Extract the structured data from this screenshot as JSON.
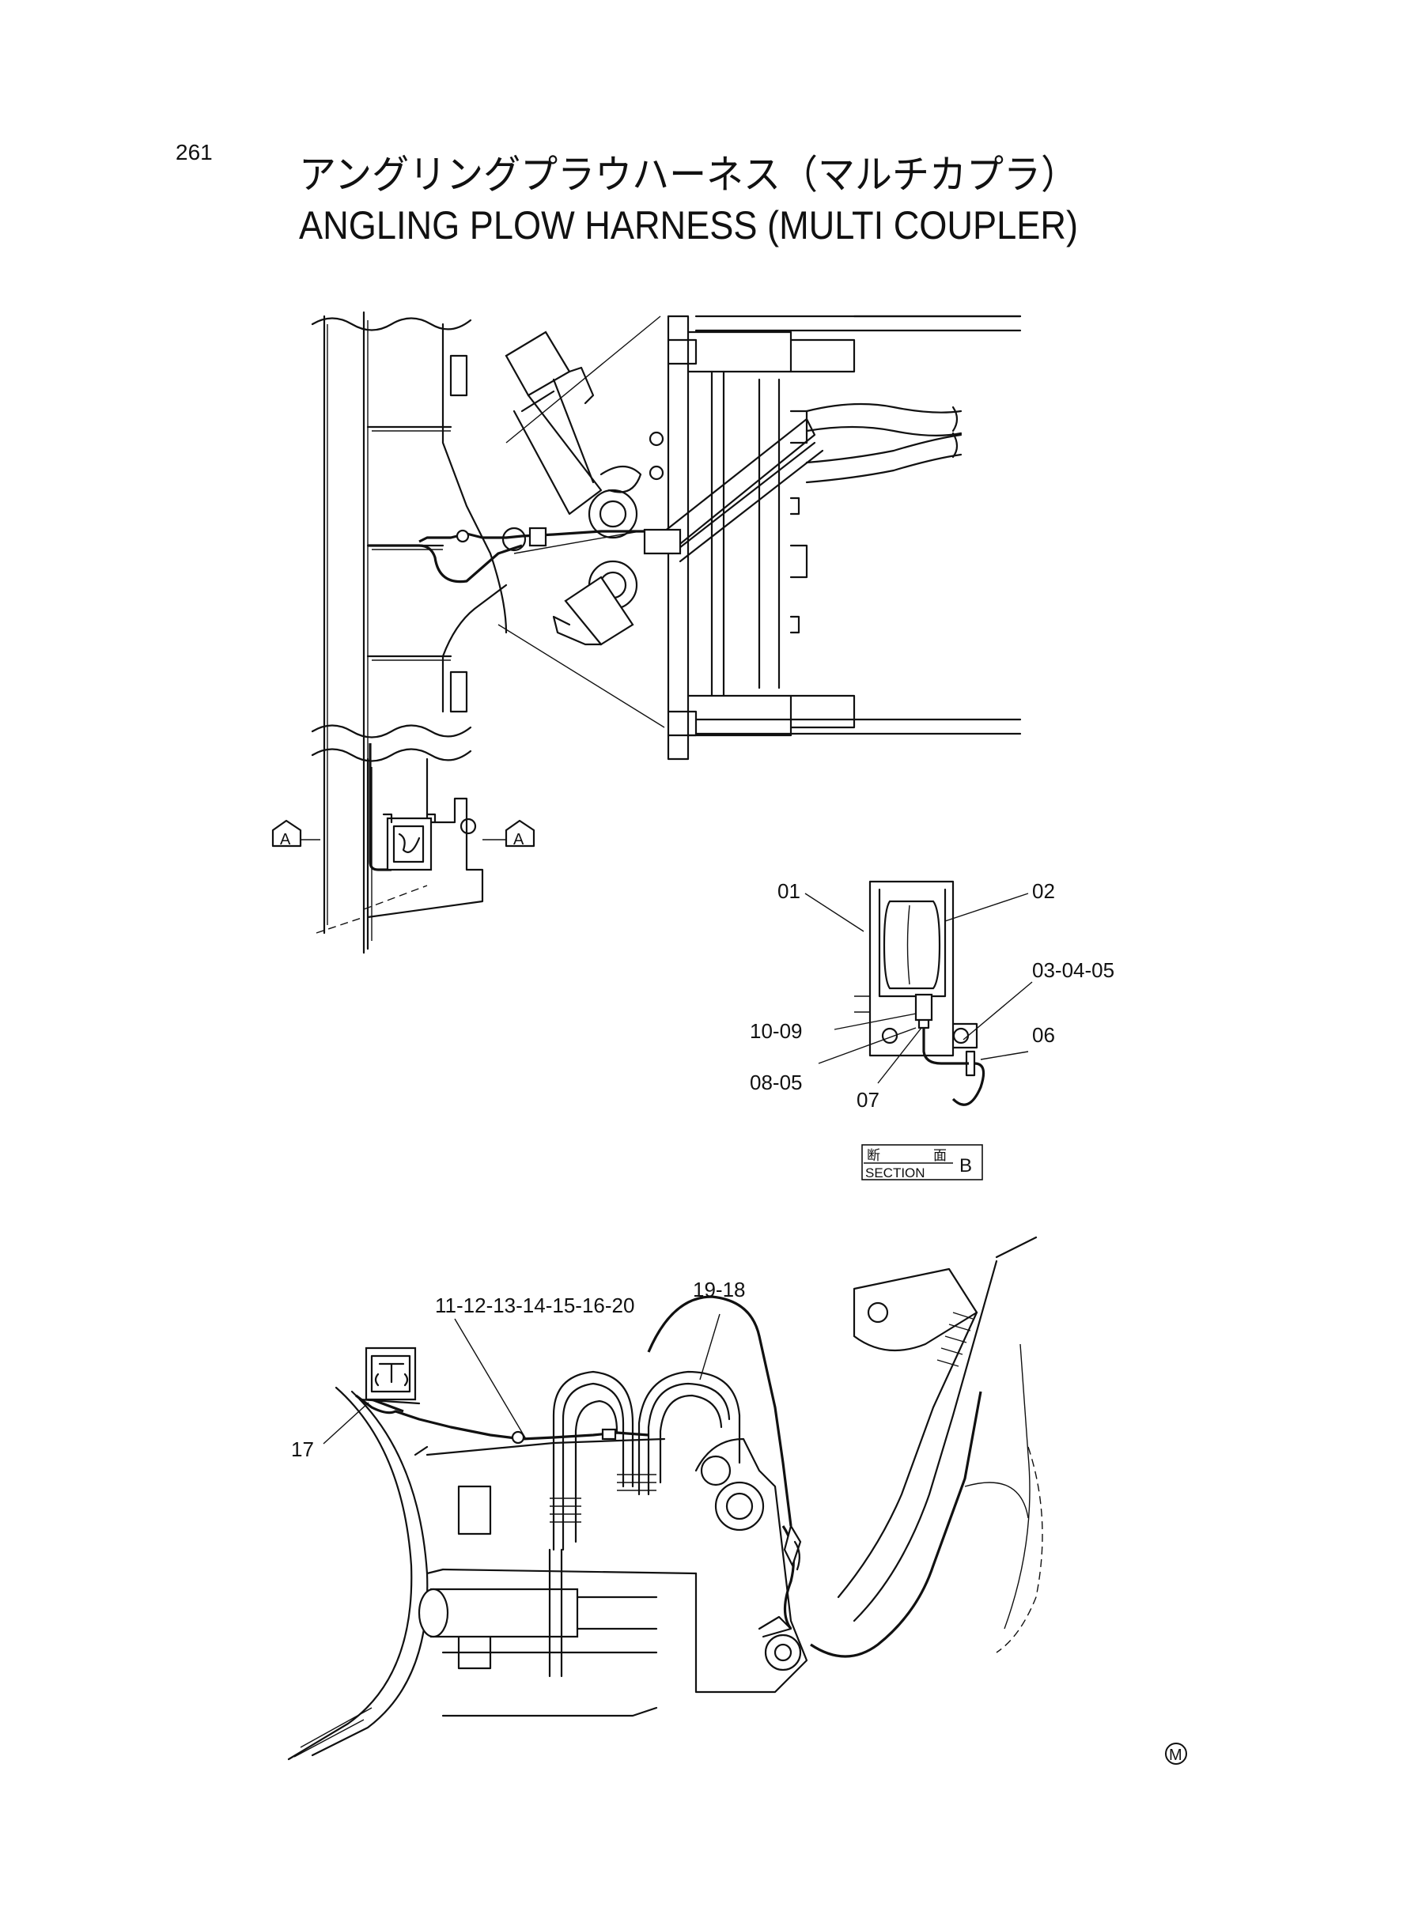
{
  "page": {
    "number": "261",
    "title_jp": "アングリングプラウハーネス（マルチカプラ）",
    "title_en": "ANGLING PLOW HARNESS (MULTI COUPLER)",
    "mark": "M"
  },
  "views": {
    "arrow_a_left": "A",
    "arrow_a_right": "A",
    "section_b": {
      "jp_left": "断",
      "jp_right": "面",
      "en": "SECTION",
      "letter": "B"
    }
  },
  "callouts": {
    "c01": "01",
    "c02": "02",
    "c030405": "03-04-05",
    "c1009": "10-09",
    "c06": "06",
    "c0805": "08-05",
    "c07": "07",
    "c11to20": "11-12-13-14-15-16-20",
    "c1918": "19-18",
    "c17": "17"
  }
}
